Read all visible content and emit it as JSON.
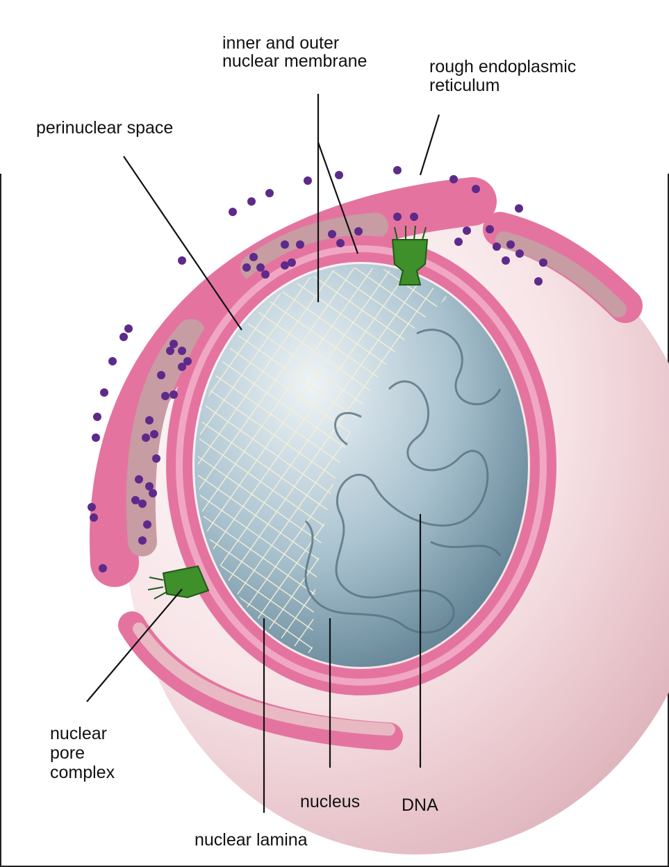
{
  "title": "Nuclear envelope diagram",
  "labels": {
    "membrane": [
      "inner and outer",
      "nuclear membrane"
    ],
    "rer": [
      "rough endoplasmic",
      "reticulum"
    ],
    "perinuclear": "perinuclear space",
    "pore": [
      "nuclear",
      "pore",
      "complex"
    ],
    "lamina": "nuclear lamina",
    "nucleus": "nucleus",
    "dna": "DNA"
  },
  "colors": {
    "membrane": "#e4749f",
    "lumen": "#c79ca3",
    "nucleus": "#7f9fb0",
    "ribosome": "#5d2a8a",
    "pore": "#3f8f2a",
    "lamina": "#f4eed6"
  }
}
